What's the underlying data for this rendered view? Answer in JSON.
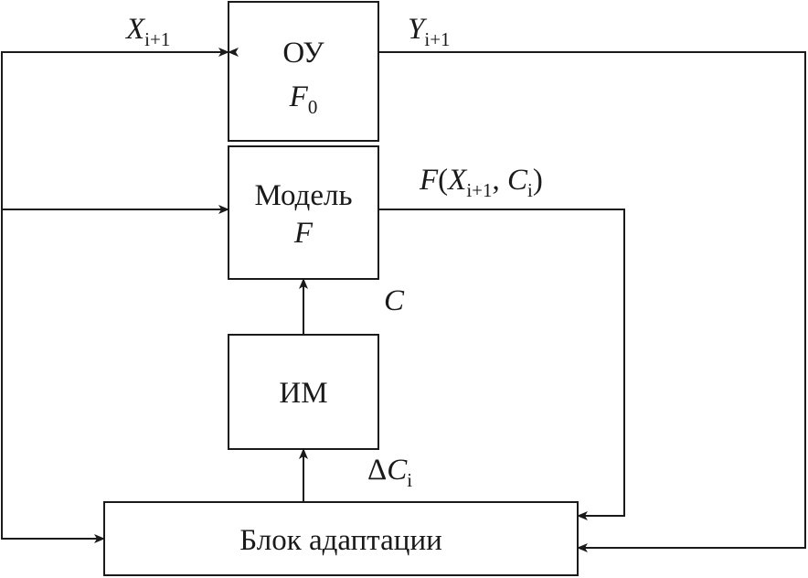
{
  "blocks": {
    "ou": {
      "line1": "ОУ",
      "line2_var": "F",
      "line2_sub": "0"
    },
    "model": {
      "line1": "Модель",
      "line2_var": "F"
    },
    "im": {
      "label": "ИМ"
    },
    "adapt": {
      "label": "Блок адаптации"
    }
  },
  "signals": {
    "x_in": {
      "var": "X",
      "sub": "i+1"
    },
    "y_out": {
      "var": "Y",
      "sub": "i+1"
    },
    "model_out": {
      "prefix": "F(",
      "x_var": "X",
      "x_sub": "i+1",
      "sep": ", ",
      "c_var": "C",
      "c_sub": "i",
      "suffix": ")"
    },
    "c": {
      "var": "C"
    },
    "delta_c": {
      "delta": "Δ",
      "var": "C",
      "sub": "i"
    }
  },
  "colors": {
    "line": "#1a1a1a",
    "background": "#ffffff"
  }
}
